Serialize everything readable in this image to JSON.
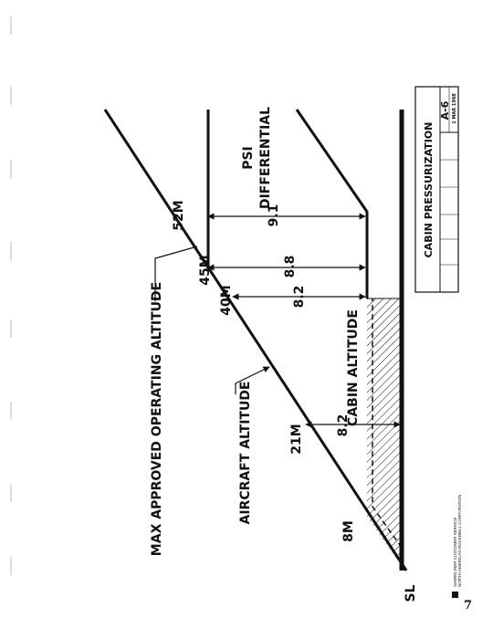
{
  "diagram": {
    "title": "CABIN PRESSURIZATION",
    "figure_number": "A-6",
    "date": "1 MAR 1968",
    "altitude_labels": {
      "sl": "SL",
      "m8": "8M",
      "m21": "21M",
      "m40": "40M",
      "m45": "45M",
      "m52": "52M"
    },
    "differential_values": [
      "8.2",
      "8.2",
      "8.8",
      "9.1"
    ],
    "line_labels": {
      "aircraft_altitude": "AIRCRAFT ALTITUDE",
      "cabin_altitude": "CABIN ALTITUDE",
      "max_altitude": "MAX APPROVED OPERATING ALTITUDE",
      "psi_line1": "PSI",
      "psi_line2": "DIFFERENTIAL"
    }
  },
  "footer": {
    "publisher_line1": "SABRELINER CUSTOMER SERVICE",
    "publisher_line2": "NORTH AMERICAN ROCKWELL CORPORATION",
    "page_number": "7"
  }
}
